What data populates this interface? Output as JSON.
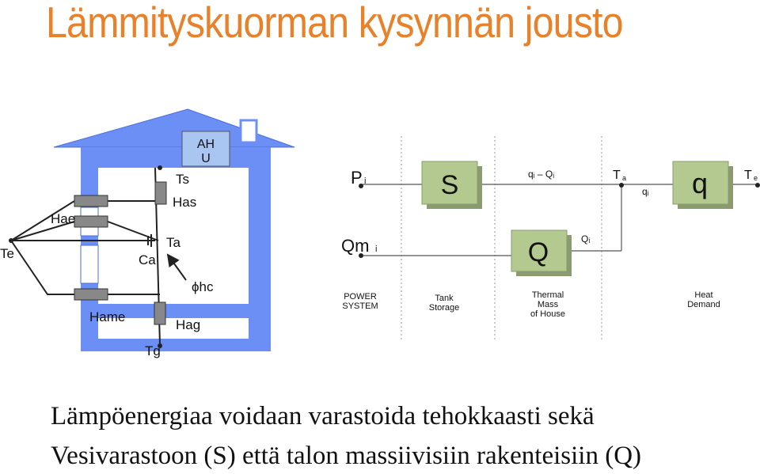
{
  "title": "Lämmityskuorman kysynnän  jousto",
  "caption": {
    "line1": "Lämpöenergiaa voidaan varastoida tehokkaasti sekä",
    "line2": "Vesivarastoon (S) että talon massiivisiin rakenteisiin (Q)"
  },
  "house": {
    "labels": {
      "ahu": "AH U",
      "ts": "Ts",
      "has": "Has",
      "hae": "Hae",
      "te": "Te",
      "ta": "Ta",
      "ca": "Ca",
      "phi_hc": "ϕhc",
      "hame": "Hame",
      "hag": "Hag",
      "tg": "Tg"
    }
  },
  "flow": {
    "inputs": {
      "pi": "P",
      "pi_sub": "i",
      "qmi": "Qm",
      "qmi_sub": "i"
    },
    "blocks": {
      "s": "S",
      "q_mass": "Q",
      "q_demand": "q"
    },
    "signals": {
      "qi_minus": "qᵢ – Qᵢ",
      "ta": "T",
      "ta_sub": "a",
      "qi": "qᵢ",
      "Qi": "Qᵢ",
      "te": "T",
      "te_sub": "e"
    },
    "columns": [
      "POWER SYSTEM",
      "Tank Storage",
      "Thermal Mass of House",
      "Heat Demand"
    ]
  },
  "colors": {
    "title": "#e8812a",
    "house_blue": "#6c8ff5",
    "block_fill": "#b3c98f",
    "ahu_fill": "#a9c6f2"
  }
}
